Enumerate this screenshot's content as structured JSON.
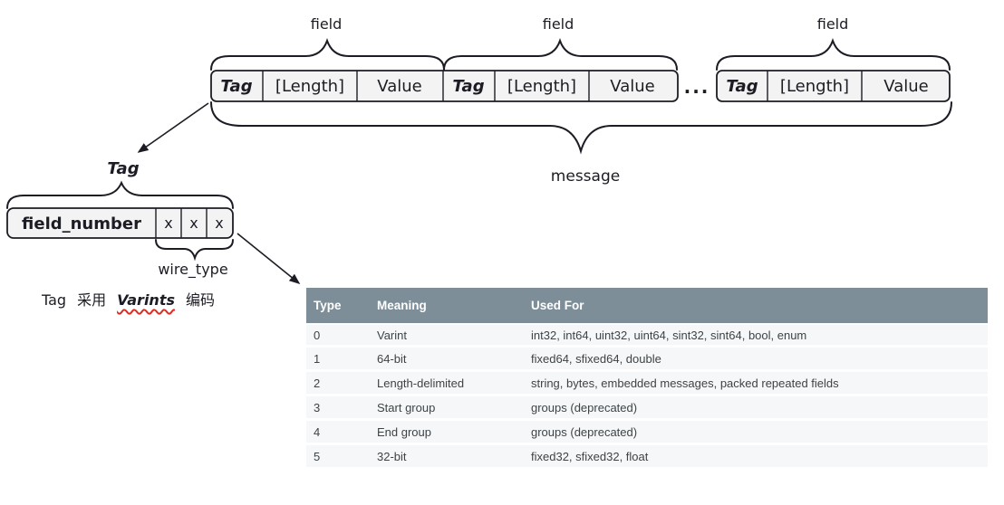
{
  "colors": {
    "header_bg": "#7d8e99",
    "header_text": "#ffffff",
    "row_bg": "#f6f7f8",
    "row_text": "#3f4345",
    "ink": "#1c1c24",
    "box_fill": "#f3f3f3",
    "squiggle": "#d93025"
  },
  "diagram": {
    "field_label": "field",
    "message_label": "message",
    "tag_pointer_label": "Tag",
    "wire_type_label": "wire_type",
    "ellipsis": "...",
    "cells": {
      "tag": "Tag",
      "length": "[Length]",
      "value": "Value"
    },
    "tag_struct": {
      "field_number": "field_number",
      "bit": "x"
    },
    "note": {
      "tag": "Tag",
      "text_before": "采用",
      "varints": "Varints",
      "text_after": "编码"
    }
  },
  "table": {
    "headers": [
      "Type",
      "Meaning",
      "Used For"
    ],
    "rows": [
      {
        "type": "0",
        "meaning": "Varint",
        "used_for": "int32, int64, uint32, uint64, sint32, sint64, bool, enum"
      },
      {
        "type": "1",
        "meaning": "64-bit",
        "used_for": "fixed64, sfixed64, double"
      },
      {
        "type": "2",
        "meaning": "Length-delimited",
        "used_for": "string, bytes, embedded messages, packed repeated fields"
      },
      {
        "type": "3",
        "meaning": "Start group",
        "used_for": "groups (deprecated)"
      },
      {
        "type": "4",
        "meaning": "End group",
        "used_for": "groups (deprecated)"
      },
      {
        "type": "5",
        "meaning": "32-bit",
        "used_for": "fixed32, sfixed32, float"
      }
    ]
  }
}
